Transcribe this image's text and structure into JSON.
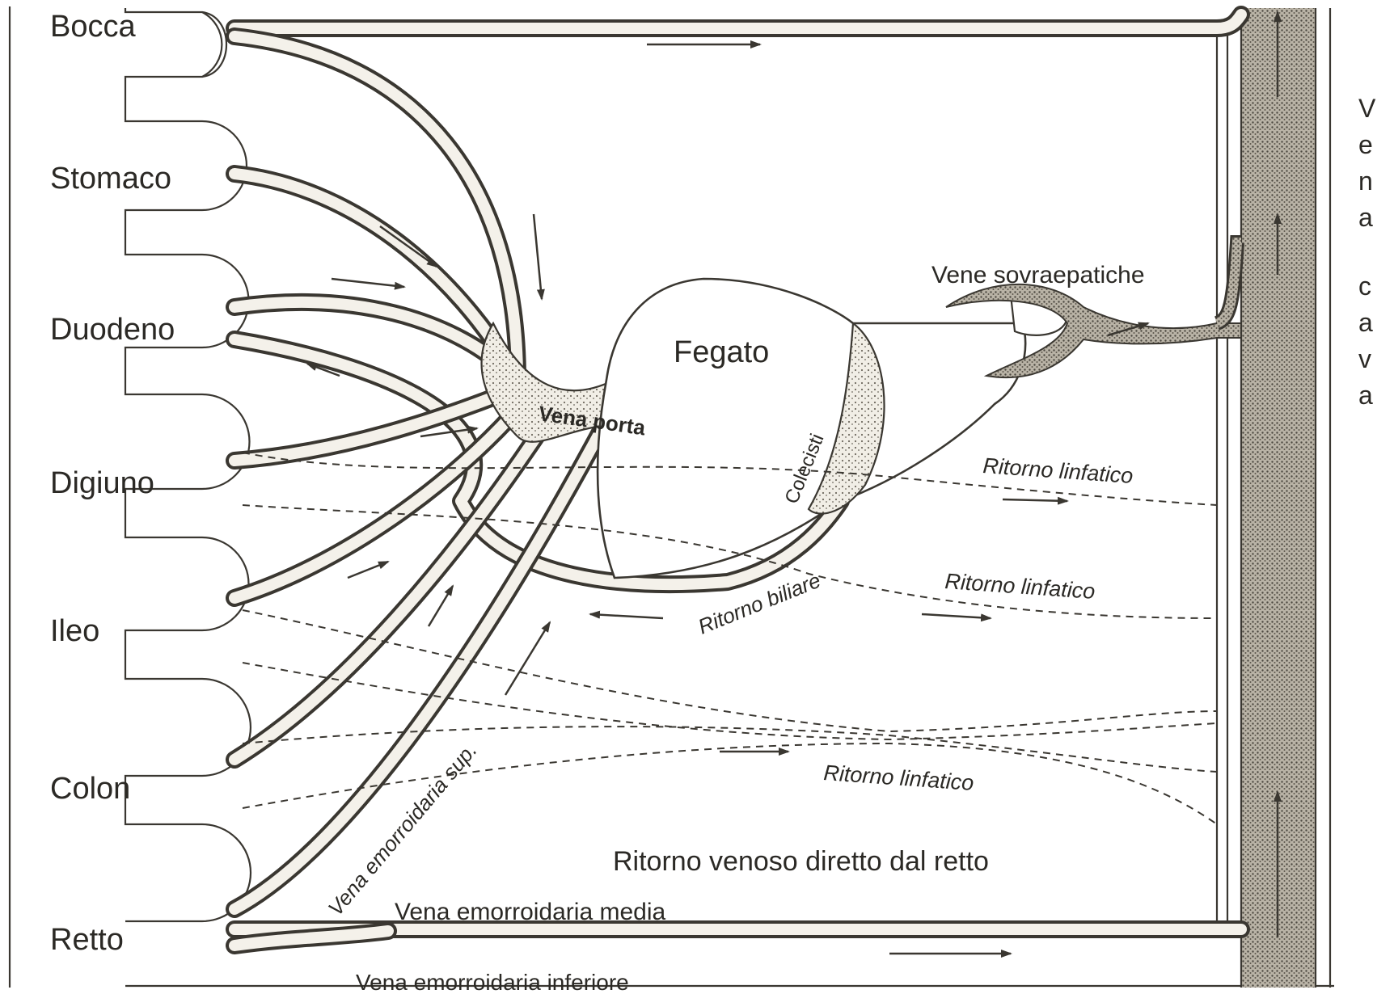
{
  "organs": [
    "Bocca",
    "Stomaco",
    "Duodeno",
    "Digiuno",
    "Ileo",
    "Colon",
    "Retto"
  ],
  "liver": {
    "fegato": "Fegato",
    "colecisti": "Colecisti",
    "vena_porta": "Vena porta"
  },
  "vena_cava": "Vena cava",
  "vena_cava_letters": [
    "V",
    "e",
    "n",
    "a",
    "",
    "c",
    "a",
    "v",
    "a"
  ],
  "labels": {
    "vene_sovraepatiche": "Vene sovraepatiche",
    "ritorno_linfatico": "Ritorno linfatico",
    "ritorno_biliare": "Ritorno biliare",
    "ritorno_venoso": "Ritorno venoso diretto dal retto",
    "vena_emorroidaria_sup": "Vena emorroidaria sup.",
    "vena_emorroidaria_media": "Vena emorroidaria media",
    "vena_emorroidaria_inferiore": "Vena emorroidaria inferiore"
  },
  "colors": {
    "ink": "#3a3731",
    "paper": "#ffffff",
    "vessel_fill": "#f4f1ea",
    "shading": "#8a8579"
  }
}
